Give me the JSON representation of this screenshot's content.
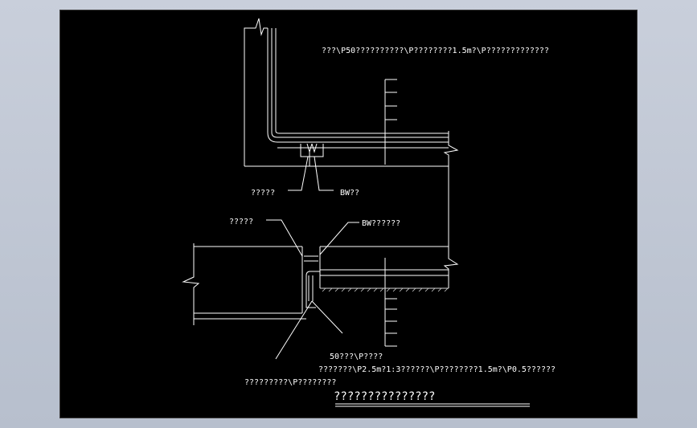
{
  "drawing": {
    "background": "#000000",
    "line_color": "#ffffff",
    "hatch_color": "#cccccc",
    "notes": {
      "top_note": "???\\P50??????????\\P????????1.5m?\\P?????????????",
      "label_left_upper": "?????",
      "label_bw_upper": "BW??",
      "label_left_lower": "?????",
      "label_bw_lower": "BW??????",
      "note_50": "50???\\P????",
      "note_long_1": "???????\\P2.5m?1:3??????\\P????????1.5m?\\P0.5??????",
      "note_long_2": "?????????\\P????????",
      "title": "???????????????"
    }
  }
}
